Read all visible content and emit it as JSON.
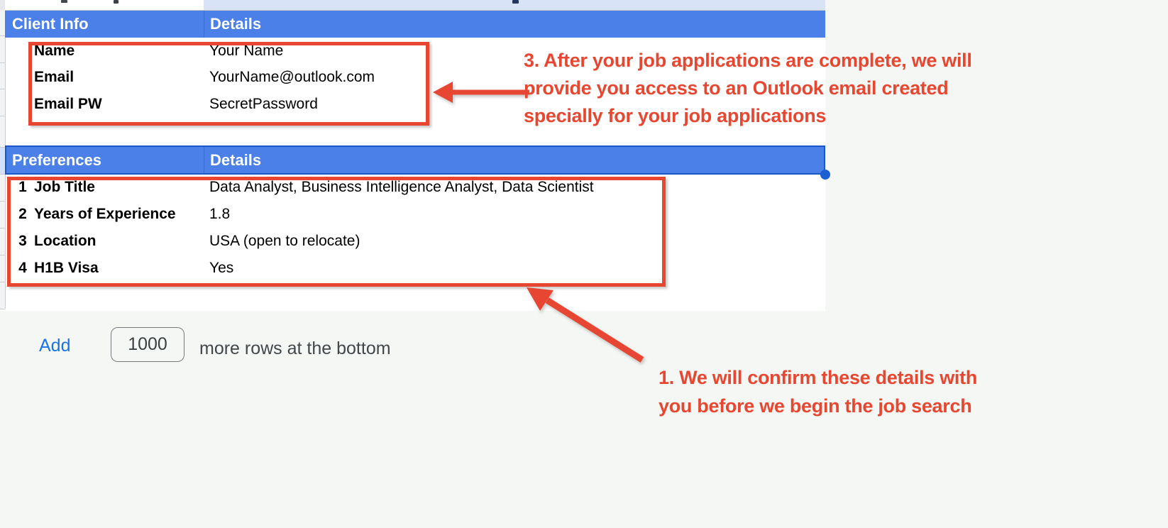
{
  "sheet": {
    "client_table": {
      "header": {
        "label": "Client Info",
        "details": "Details"
      },
      "rows": [
        {
          "label": "Name",
          "value": "Your Name"
        },
        {
          "label": "Email",
          "value": "YourName@outlook.com"
        },
        {
          "label": "Email PW",
          "value": "SecretPassword"
        }
      ]
    },
    "pref_table": {
      "header": {
        "label": "Preferences",
        "details": "Details"
      },
      "rows": [
        {
          "num": "1",
          "label": "Job Title",
          "value": "Data Analyst, Business Intelligence Analyst, Data Scientist"
        },
        {
          "num": "2",
          "label": "Years of Experience",
          "value": "1.8"
        },
        {
          "num": "3",
          "label": "Location",
          "value": "USA (open to relocate)"
        },
        {
          "num": "4",
          "label": "H1B Visa",
          "value": "Yes"
        }
      ]
    },
    "add_bar": {
      "add": "Add",
      "count": "1000",
      "suffix": "more rows at the bottom"
    }
  },
  "annotations": {
    "outlook_note": {
      "lines": [
        "3. After your job applications are complete, we will",
        "provide you access to an Outlook email created",
        "specially for your job applications"
      ]
    },
    "confirm_note": {
      "lines": [
        "1. We will confirm these details with",
        "you before we begin the job search"
      ]
    }
  },
  "colors": {
    "header_blue": "#4b80e8",
    "selection_blue": "#1b57c8",
    "fill_handle_blue": "#1b5fd3",
    "selected_row_tint": "#d9e3f8",
    "annotation_red": "#e74731",
    "add_link_blue": "#1a73e8",
    "canvas_gray": "#f5f7f4"
  }
}
